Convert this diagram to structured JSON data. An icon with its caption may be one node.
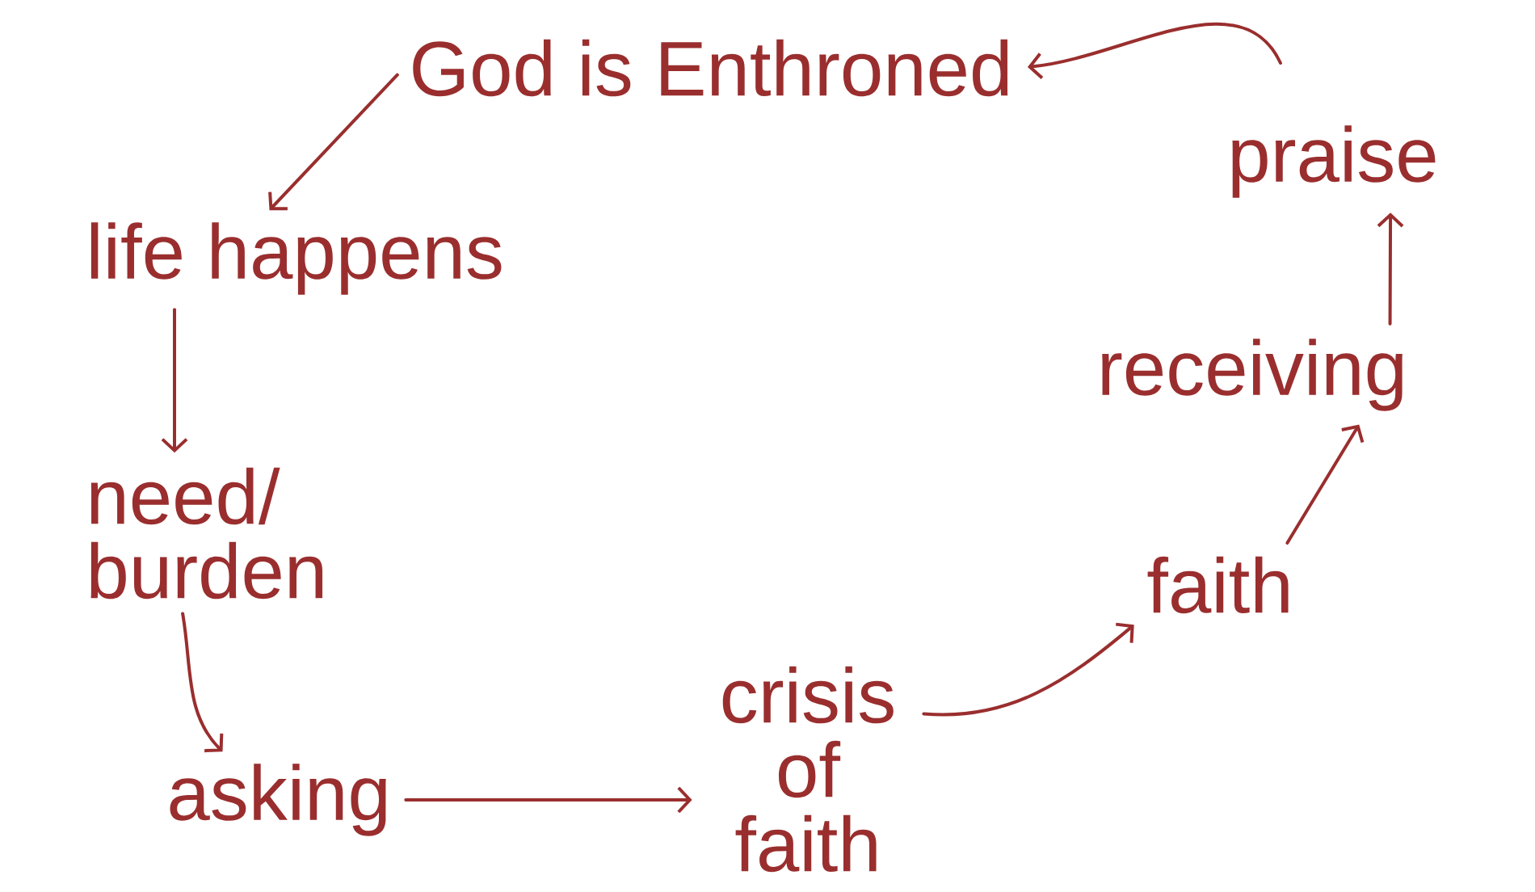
{
  "diagram": {
    "nodes": [
      {
        "text": [
          "God is Enthroned"
        ]
      },
      {
        "text": [
          "life happens"
        ]
      },
      {
        "text": [
          "need/ burden"
        ]
      },
      {
        "text": [
          "asking"
        ]
      },
      {
        "text": [
          "crisis of faith"
        ]
      },
      {
        "text": [
          "faith"
        ]
      },
      {
        "text": [
          "receiving"
        ]
      },
      {
        "text": [
          "praise"
        ]
      }
    ],
    "edges": [
      {
        "from": 0,
        "to": 1,
        "arrow": "to"
      },
      {
        "from": 1,
        "to": 2,
        "arrow": "to"
      },
      {
        "from": 2,
        "to": 3,
        "arrow": "to"
      },
      {
        "from": 3,
        "to": 4,
        "arrow": "to"
      },
      {
        "from": 4,
        "to": 5,
        "arrow": "to"
      },
      {
        "from": 5,
        "to": 6,
        "arrow": "to"
      },
      {
        "from": 6,
        "to": 7,
        "arrow": "to"
      },
      {
        "from": 7,
        "to": 0,
        "arrow": "to"
      }
    ]
  }
}
